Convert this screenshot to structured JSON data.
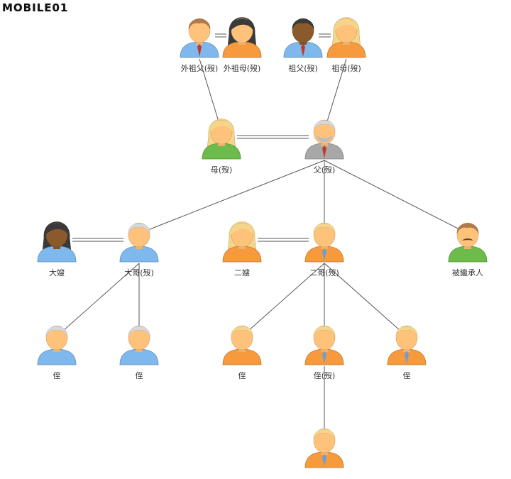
{
  "brand": {
    "logo_text": "MOBILE01"
  },
  "tree": {
    "members": [
      {
        "id": "maternal-grandfather",
        "label": "外祖父(歿)",
        "gender": "male",
        "hair": "brown",
        "skin": "light",
        "shirt": "blue",
        "tie": true
      },
      {
        "id": "maternal-grandmother",
        "label": "外祖母(歿)",
        "gender": "female",
        "hair": "black",
        "skin": "light",
        "shirt": "orange"
      },
      {
        "id": "paternal-grandfather",
        "label": "祖父(歿)",
        "gender": "male",
        "hair": "black",
        "skin": "dark",
        "shirt": "blue",
        "tie": true
      },
      {
        "id": "paternal-grandmother",
        "label": "祖母(歿)",
        "gender": "female",
        "hair": "blonde",
        "skin": "light",
        "shirt": "orange"
      },
      {
        "id": "mother",
        "label": "母(歿)",
        "gender": "female",
        "hair": "blonde",
        "skin": "light",
        "shirt": "green"
      },
      {
        "id": "father",
        "label": "父(歿)",
        "gender": "male",
        "hair": "gray",
        "skin": "light",
        "shirt": "gray",
        "tie": true,
        "beard": true
      },
      {
        "id": "eldest-brother-wife",
        "label": "大嫂",
        "gender": "female",
        "hair": "black",
        "skin": "dark",
        "shirt": "blue"
      },
      {
        "id": "eldest-brother",
        "label": "大哥(歿)",
        "gender": "male",
        "hair": "gray",
        "skin": "light",
        "shirt": "blue"
      },
      {
        "id": "second-brother-wife",
        "label": "二嫂",
        "gender": "female",
        "hair": "blonde",
        "skin": "light",
        "shirt": "orange"
      },
      {
        "id": "second-brother",
        "label": "二哥(歿)",
        "gender": "male",
        "hair": "blonde",
        "skin": "light",
        "shirt": "orange",
        "tie": true
      },
      {
        "id": "heir",
        "label": "被繼承人",
        "gender": "male",
        "hair": "brown",
        "skin": "light",
        "shirt": "green",
        "mustache": true
      },
      {
        "id": "nephew-1",
        "label": "侄",
        "gender": "male",
        "hair": "gray",
        "skin": "light",
        "shirt": "blue"
      },
      {
        "id": "nephew-2",
        "label": "侄",
        "gender": "male",
        "hair": "gray",
        "skin": "light",
        "shirt": "blue"
      },
      {
        "id": "nephew-3",
        "label": "侄",
        "gender": "male",
        "hair": "blonde",
        "skin": "light",
        "shirt": "orange"
      },
      {
        "id": "nephew-4",
        "label": "侄(歿)",
        "gender": "male",
        "hair": "blonde",
        "skin": "light",
        "shirt": "orange",
        "tie": true
      },
      {
        "id": "nephew-5",
        "label": "侄",
        "gender": "male",
        "hair": "blonde",
        "skin": "light",
        "shirt": "orange",
        "tie": true
      },
      {
        "id": "grand-nephew",
        "label": "",
        "gender": "male",
        "hair": "blonde",
        "skin": "light",
        "shirt": "orange",
        "tie": true
      }
    ],
    "marriages": [
      {
        "a": "maternal-grandfather",
        "b": "maternal-grandmother"
      },
      {
        "a": "paternal-grandfather",
        "b": "paternal-grandmother"
      },
      {
        "a": "mother",
        "b": "father"
      },
      {
        "a": "eldest-brother-wife",
        "b": "eldest-brother"
      },
      {
        "a": "second-brother-wife",
        "b": "second-brother"
      }
    ],
    "descent": [
      {
        "from": "maternal-grandfather",
        "to": "mother"
      },
      {
        "from": "paternal-grandmother",
        "to": "father"
      },
      {
        "from": "father",
        "to": "eldest-brother"
      },
      {
        "from": "father",
        "to": "second-brother"
      },
      {
        "from": "father",
        "to": "heir"
      },
      {
        "from": "eldest-brother",
        "to": "nephew-1"
      },
      {
        "from": "eldest-brother",
        "to": "nephew-2"
      },
      {
        "from": "second-brother",
        "to": "nephew-3"
      },
      {
        "from": "second-brother",
        "to": "nephew-4"
      },
      {
        "from": "second-brother",
        "to": "nephew-5"
      },
      {
        "from": "nephew-4",
        "to": "grand-nephew"
      }
    ]
  },
  "colors": {
    "skin_light": "#ffc27a",
    "skin_dark": "#8a5a2b",
    "hair_brown": "#b07a4a",
    "hair_black": "#3a3a3a",
    "hair_blonde": "#f4d58a",
    "hair_gray": "#d8d8d8",
    "shirt_blue": "#7fb8ec",
    "shirt_orange": "#f79a3e",
    "shirt_green": "#6dbb4a",
    "shirt_gray": "#a8a8a8",
    "tie_red": "#c0392b",
    "tie_blue": "#6a9fd4",
    "line": "#555555"
  }
}
